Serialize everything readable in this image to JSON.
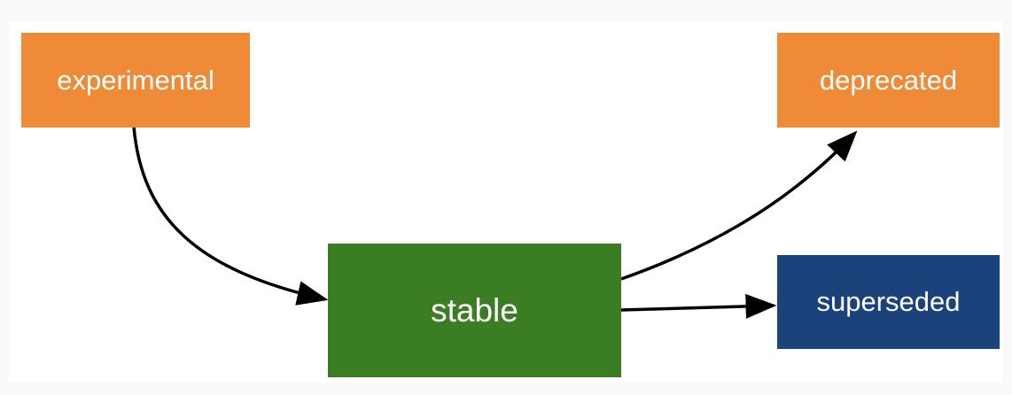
{
  "diagram": {
    "nodes": [
      {
        "id": "experimental",
        "label": "experimental",
        "color": "#ef8a36"
      },
      {
        "id": "stable",
        "label": "stable",
        "color": "#3b7d23"
      },
      {
        "id": "deprecated",
        "label": "deprecated",
        "color": "#ef8a36"
      },
      {
        "id": "superseded",
        "label": "superseded",
        "color": "#1b427b"
      }
    ],
    "edges": [
      {
        "from": "experimental",
        "to": "stable"
      },
      {
        "from": "stable",
        "to": "deprecated"
      },
      {
        "from": "stable",
        "to": "superseded"
      }
    ],
    "edge_color": "#000000"
  }
}
